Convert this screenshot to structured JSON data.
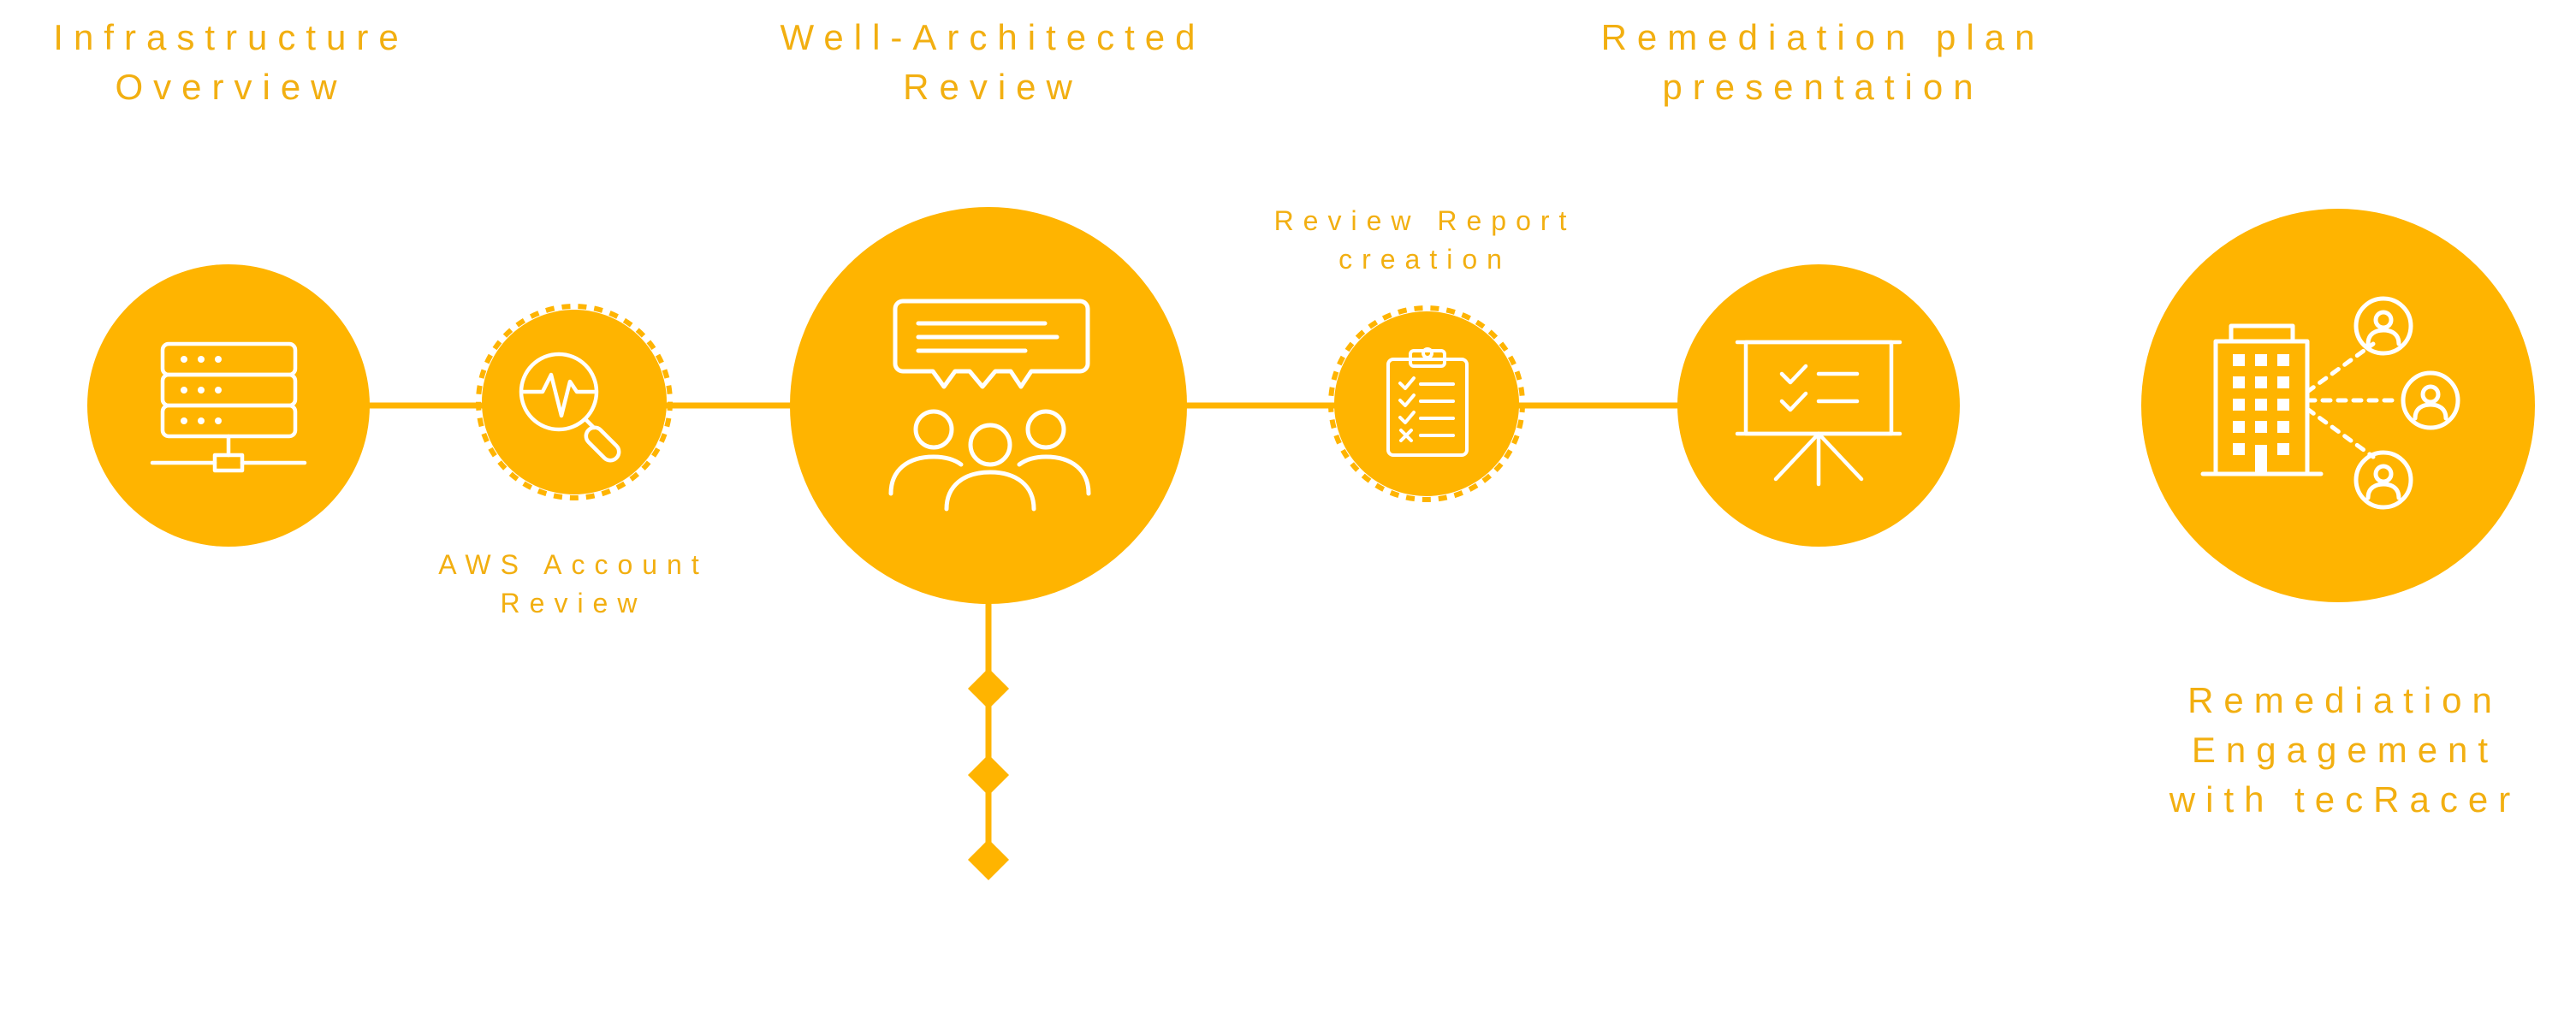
{
  "colors": {
    "accent": "#FFB400",
    "text": "#F2AF11",
    "icon": "#ffffff"
  },
  "steps": [
    {
      "id": "infrastructure",
      "label": "Infrastructure\nOverview",
      "icon": "server-rack-icon"
    },
    {
      "id": "aws-account",
      "label": "AWS Account\nReview",
      "icon": "magnifier-pulse-icon"
    },
    {
      "id": "well-architected",
      "label": "Well-Architected\nReview",
      "icon": "team-discussion-icon"
    },
    {
      "id": "review-report",
      "label": "Review Report\ncreation",
      "icon": "clipboard-checklist-icon"
    },
    {
      "id": "remediation-plan",
      "label": "Remediation plan\npresentation",
      "icon": "presentation-board-icon"
    },
    {
      "id": "remediation-engagement",
      "label": "Remediation\nEngagement\nwith tecRacer",
      "icon": "building-network-icon"
    }
  ]
}
